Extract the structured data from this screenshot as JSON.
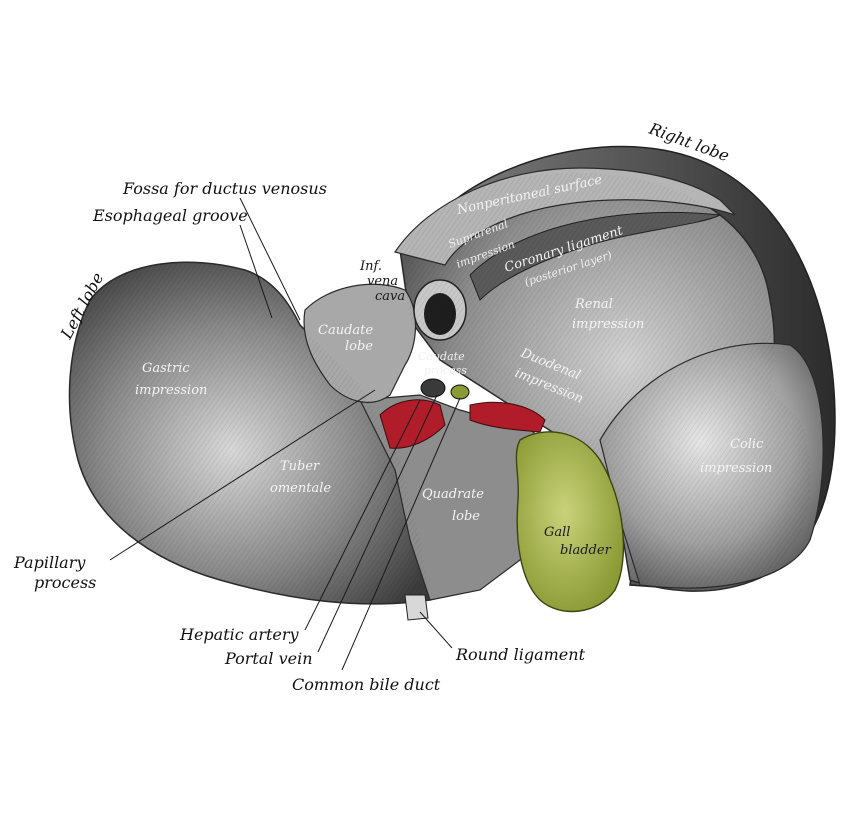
{
  "labels": {
    "right_lobe": "Right lobe",
    "left_lobe": "Left lobe",
    "fossa_ductus_venosus": "Fossa for ductus venosus",
    "esophageal_groove": "Esophageal groove",
    "nonperitoneal_surface": "Nonperitoneal surface",
    "suprarenal_impression_1": "Suprarenal",
    "suprarenal_impression_2": "impression",
    "coronary_ligament_1": "Coronary ligament",
    "coronary_ligament_2": "(posterior layer)",
    "inf_vena_cava_1": "Inf.",
    "inf_vena_cava_2": "vena",
    "inf_vena_cava_3": "cava",
    "renal_impression_1": "Renal",
    "renal_impression_2": "impression",
    "caudate_lobe_1": "Caudate",
    "caudate_lobe_2": "lobe",
    "caudate_process_1": "Caudate",
    "caudate_process_2": "process",
    "duodenal_impression_1": "Duodenal",
    "duodenal_impression_2": "impression",
    "gastric_impression_1": "Gastric",
    "gastric_impression_2": "impression",
    "colic_impression_1": "Colic",
    "colic_impression_2": "impression",
    "tuber_omentale_1": "Tuber",
    "tuber_omentale_2": "omentale",
    "quadrate_lobe_1": "Quadrate",
    "quadrate_lobe_2": "lobe",
    "gall_bladder_1": "Gall",
    "gall_bladder_2": "bladder",
    "papillary_process_1": "Papillary",
    "papillary_process_2": "process",
    "hepatic_artery": "Hepatic artery",
    "portal_vein": "Portal vein",
    "common_bile_duct": "Common bile duct",
    "round_ligament": "Round ligament"
  },
  "colors": {
    "liver": "#8e8e8e",
    "liver_dark": "#4a4a4a",
    "gall_bladder": "#a8b54a",
    "artery": "#b01c2a"
  }
}
